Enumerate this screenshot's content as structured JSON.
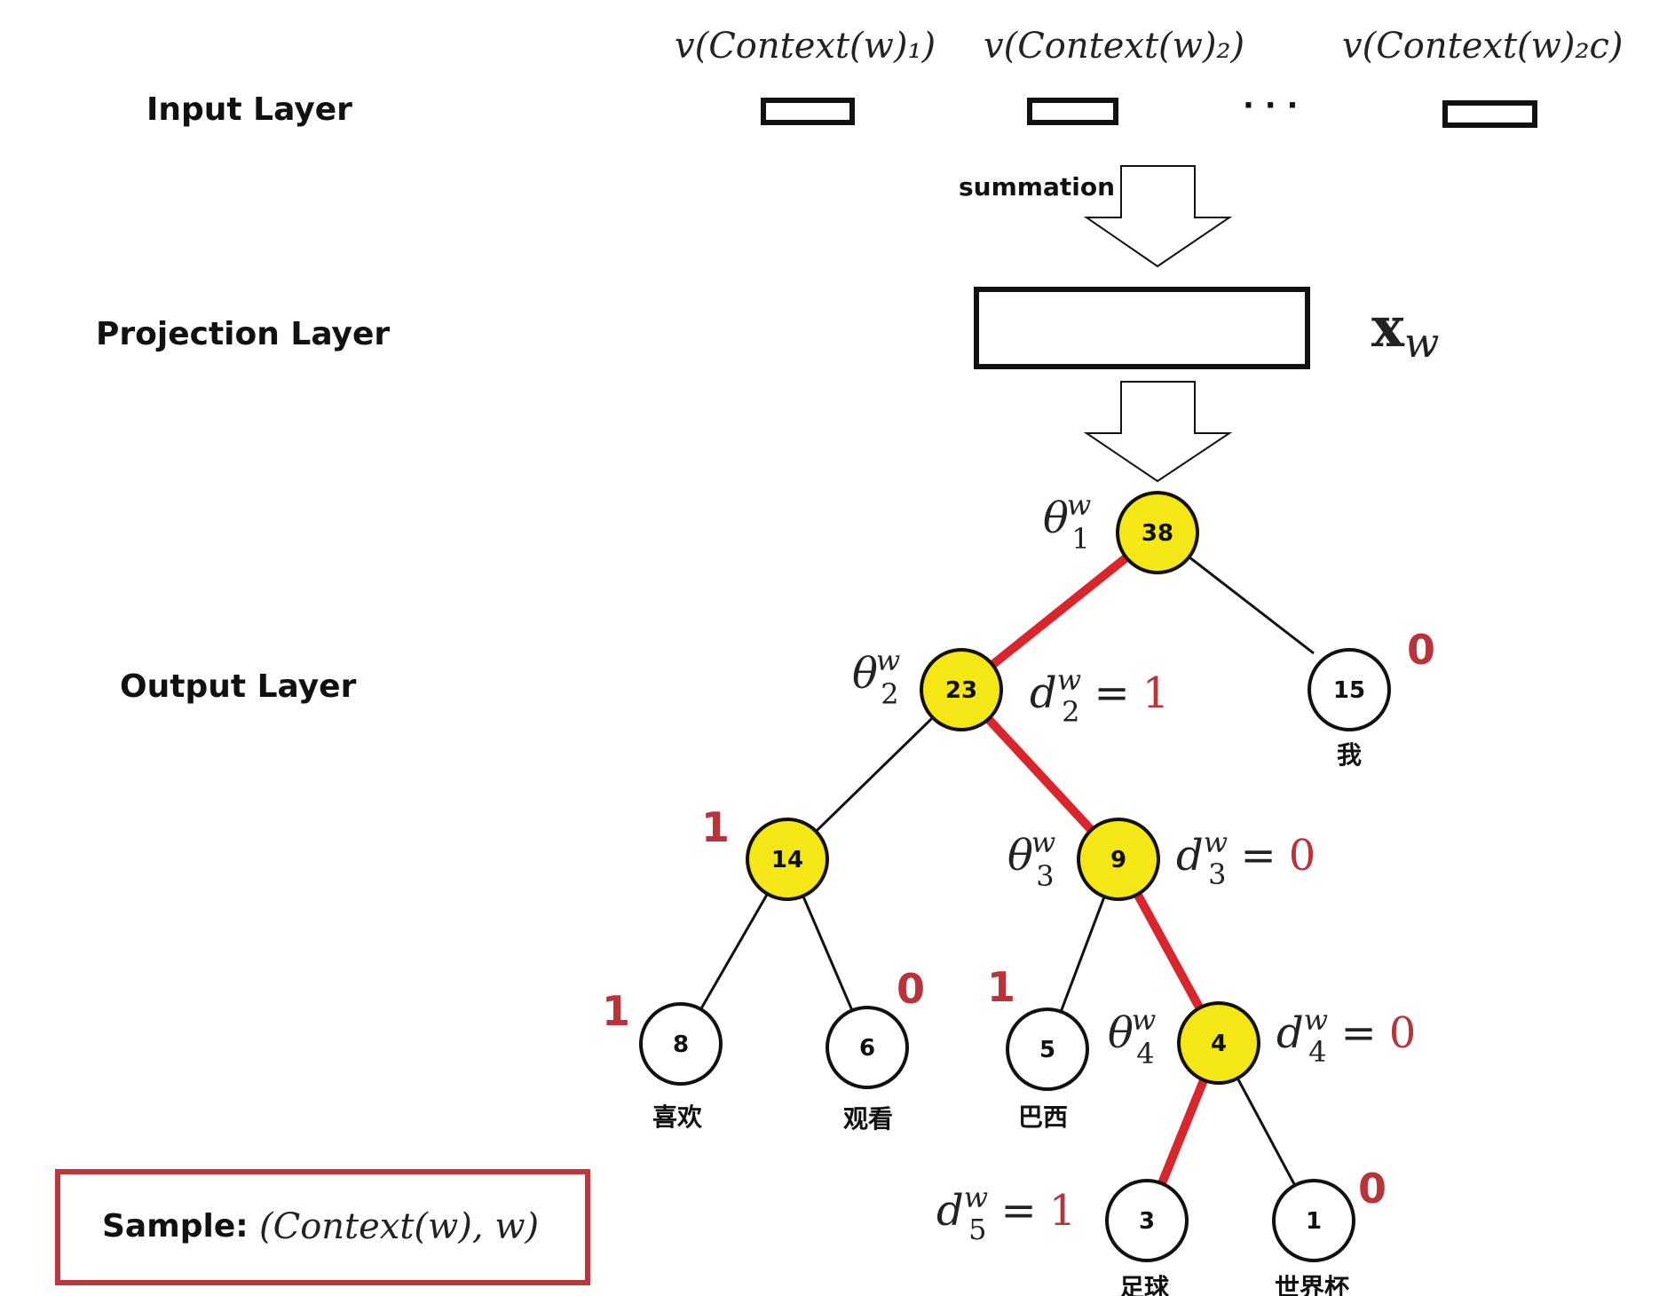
{
  "layers": {
    "input": "Input  Layer",
    "projection": "Projection  Layer",
    "output": "Output Layer"
  },
  "input_vectors": {
    "v1": "v(Context(w)₁)",
    "v2": "v(Context(w)₂)",
    "vn": "v(Context(w)₂c)",
    "ellipsis": "· · ·"
  },
  "summation_label": "summation",
  "projection_vector": "xw",
  "theta": {
    "t1": "θ1w",
    "t2": "θ2w",
    "t3": "θ3w",
    "t4": "θ4w"
  },
  "d_labels": {
    "d2": {
      "name": "d2w",
      "eq": "=",
      "val": "1"
    },
    "d3": {
      "name": "d3w",
      "eq": "=",
      "val": "0"
    },
    "d4": {
      "name": "d4w",
      "eq": "=",
      "val": "0"
    },
    "d5": {
      "name": "d5w",
      "eq": "=",
      "val": "1"
    }
  },
  "nodes": {
    "n38": "38",
    "n23": "23",
    "n15": "15",
    "n14": "14",
    "n9": "9",
    "n8": "8",
    "n6": "6",
    "n5": "5",
    "n4": "4",
    "n3": "3",
    "n1": "1"
  },
  "words": {
    "w15": "我",
    "w8": "喜欢",
    "w6": "观看",
    "w5": "巴西",
    "w3": "足球",
    "w1": "世界杯"
  },
  "codes": {
    "c15": "0",
    "c14": "1",
    "c8": "1",
    "c6": "0",
    "c5": "1",
    "c1": "0"
  },
  "sample": {
    "label": "Sample:",
    "value": "(Context(w), w)"
  },
  "colors": {
    "path": "#d9262c",
    "highlight_node": "#f5e616",
    "code_red": "#b8333a",
    "sample_border": "#c0343c"
  }
}
